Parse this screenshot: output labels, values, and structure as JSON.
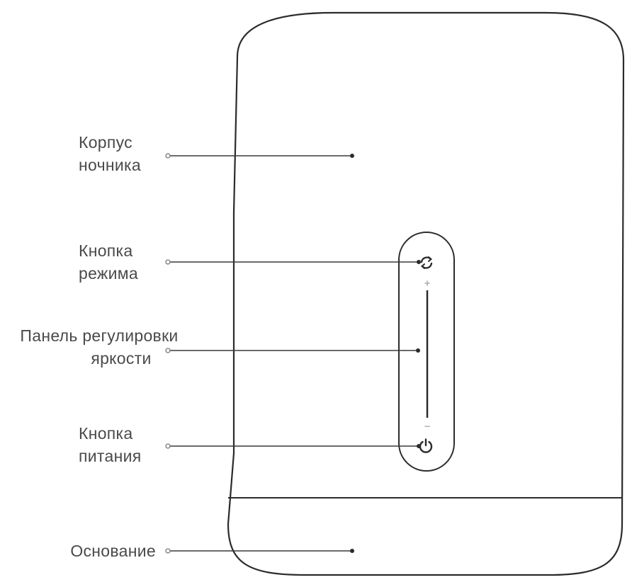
{
  "colors": {
    "outline": "#2b2b2b",
    "leader": "#3a3a3a",
    "text": "#4a4a4a",
    "background": "#ffffff"
  },
  "labels": {
    "body": {
      "line1": "Корпус",
      "line2": "ночника"
    },
    "mode_button": {
      "line1": "Кнопка",
      "line2": "режима"
    },
    "brightness_panel": {
      "line1": "Панель регулировки",
      "line2": "яркости"
    },
    "power_button": {
      "line1": "Кнопка",
      "line2": "питания"
    },
    "base": {
      "line1": "Основание"
    }
  },
  "control_panel": {
    "plus_sign": "+",
    "minus_sign": "−",
    "icons": [
      "refresh-icon",
      "power-icon"
    ]
  }
}
